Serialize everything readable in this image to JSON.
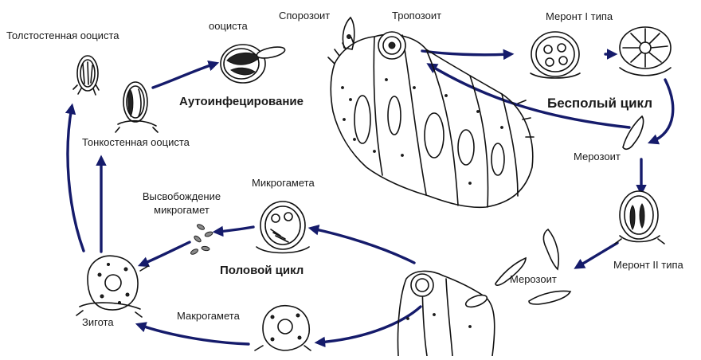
{
  "labels": {
    "thick_oocyst": "Толстостенная ооциста",
    "oocyst": "ооциста",
    "sporozoite": "Спорозоит",
    "trophozoite": "Тропозоит",
    "meront_1": "Меронт I типа",
    "autoinfection": "Аутоинфецирование",
    "asexual_cycle": "Бесполый цикл",
    "thin_oocyst": "Тонкостенная ооциста",
    "merozoite_top": "Мерозоит",
    "microgamete": "Микрогамета",
    "release_microgametes_1": "Высвобождение",
    "release_microgametes_2": "микрогамет",
    "sexual_cycle": "Половой цикл",
    "meront_2": "Меронт II типа",
    "merozoite_bottom": "Мерозоит",
    "macrogamete": "Макрогамета",
    "zygote": "Зигота"
  },
  "colors": {
    "arrow": "#151b6b",
    "ink": "#111111"
  }
}
